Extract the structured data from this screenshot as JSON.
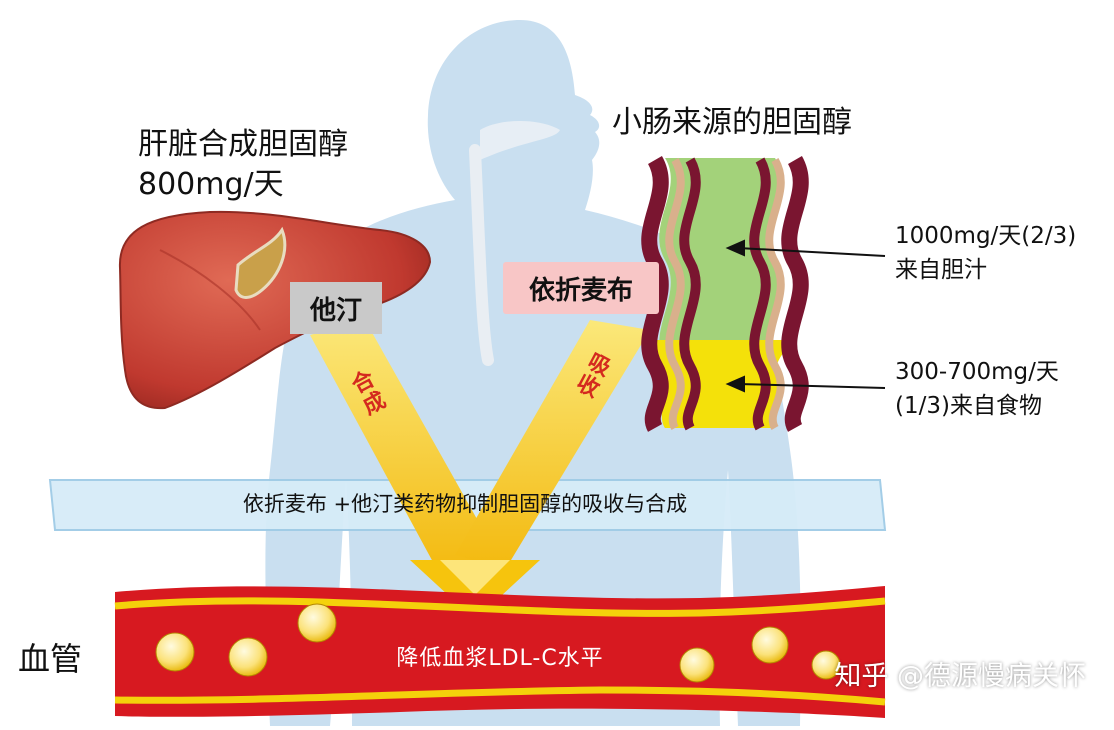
{
  "liver": {
    "title": "肝脏合成胆固醇",
    "amount": "800mg/天",
    "drug": "他汀",
    "arrow_label": "合成"
  },
  "intestine": {
    "title": "小肠来源的胆固醇",
    "drug": "依折麦布",
    "arrow_label": "吸收",
    "bile_line1": "1000mg/天(2/3)",
    "bile_line2": "来自胆汁",
    "food_line1": "300-700mg/天",
    "food_line2": "(1/3)来自食物"
  },
  "band_text": "依折麦布 +他汀类药物抑制胆固醇的吸收与合成",
  "vessel": {
    "label": "血管",
    "text": "降低血浆LDL-C水平"
  },
  "watermark": "知乎 @德源慢病关怀",
  "colors": {
    "body_silhouette": "#c9dff0",
    "liver": "#c9473c",
    "arrow": "#f7d21c",
    "band": "#d6ecf8",
    "vessel": "#d71920",
    "vessel_stripe": "#f4d10b",
    "intestine_wall": "#7a1530",
    "bile_zone": "#a3d27a",
    "food_zone": "#f4e10a",
    "statin_box": "#c9c9c9",
    "ezetimibe_box": "#f8c6c6"
  }
}
